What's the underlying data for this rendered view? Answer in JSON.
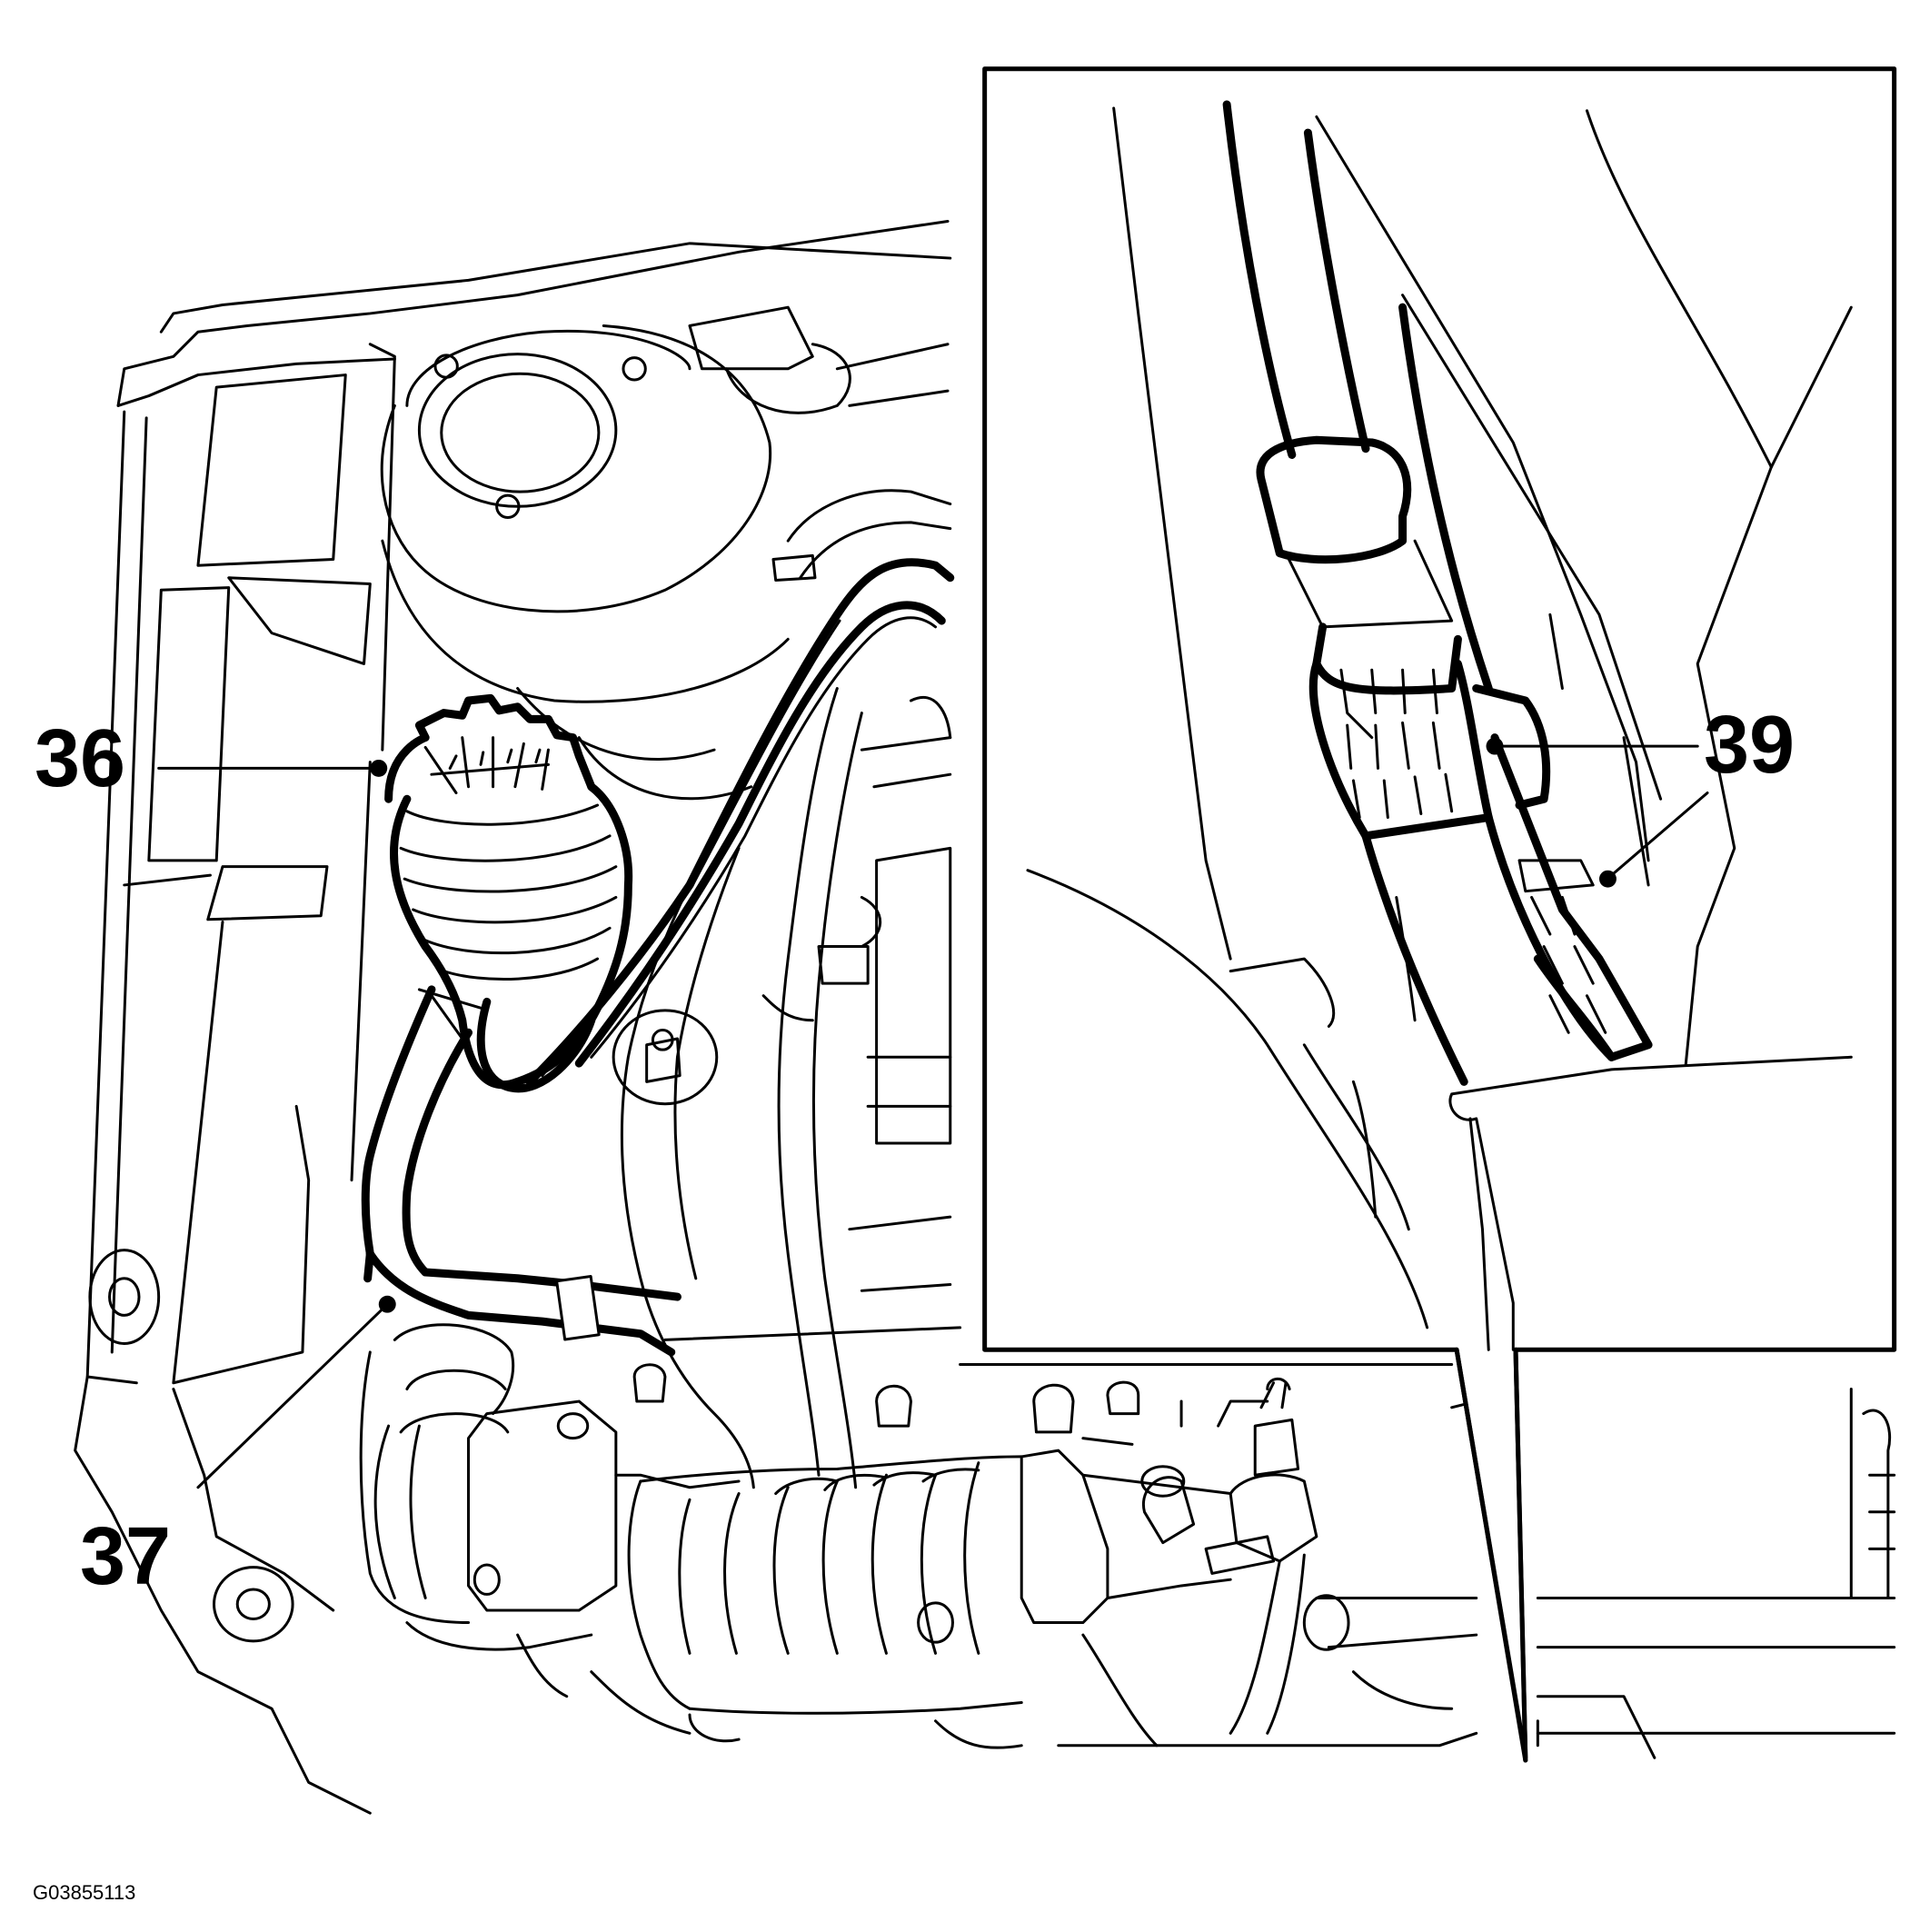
{
  "figure": {
    "id_code": "G03855113",
    "line_color": "#000000",
    "background_color": "#ffffff"
  },
  "callouts": [
    {
      "number": "36",
      "target": "power-steering-reservoir-cap"
    },
    {
      "number": "37",
      "target": "reservoir-hose"
    },
    {
      "number": "39",
      "target": "pressure-line-unions"
    }
  ]
}
